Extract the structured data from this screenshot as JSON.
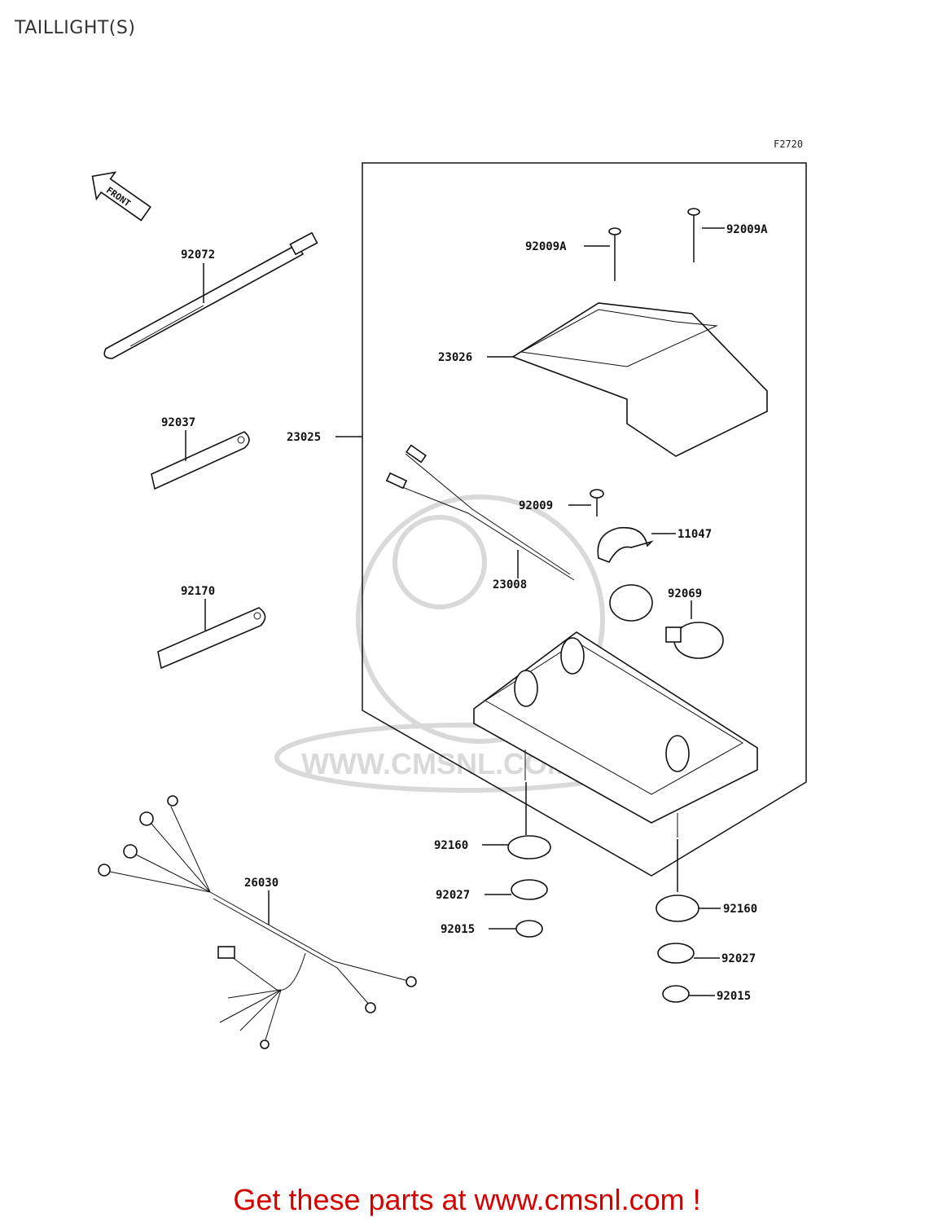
{
  "title": "TAILLIGHT(S)",
  "figure_code": "F2720",
  "front_arrow_label": "FRONT",
  "watermark_text": "WWW.CMSNL.COM",
  "parts": {
    "p92072": "92072",
    "p92037": "92037",
    "p92170": "92170",
    "p26030": "26030",
    "p23025": "23025",
    "p92009A_left": "92009A",
    "p92009A_right": "92009A",
    "p23026": "23026",
    "p92009": "92009",
    "p11047": "11047",
    "p23008": "23008",
    "p92069": "92069",
    "p92160_left": "92160",
    "p92027_left": "92027",
    "p92015_left": "92015",
    "p92160_right": "92160",
    "p92027_right": "92027",
    "p92015_right": "92015"
  },
  "cta_text": "Get these parts at www.cmsnl.com !",
  "colors": {
    "cta": "#d40000",
    "watermark": "#d9d9d9"
  }
}
